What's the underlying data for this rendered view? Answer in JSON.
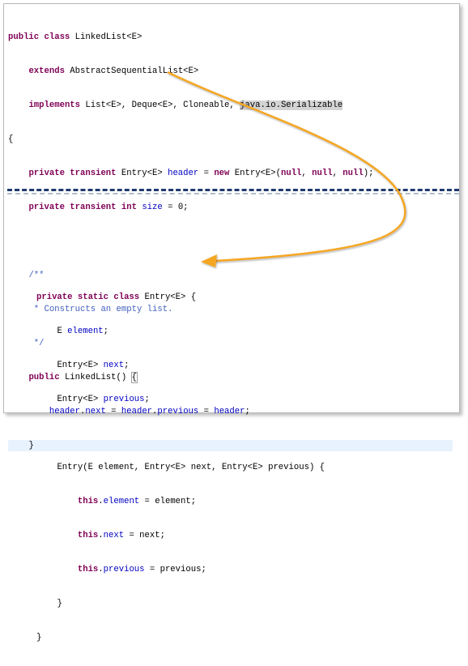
{
  "top": {
    "class_decl": {
      "kw": "public class",
      "rest": " LinkedList<E>"
    },
    "extends": {
      "kw": "extends",
      "rest": " AbstractSequentialList<E>"
    },
    "implements": {
      "kw": "implements",
      "rest": " List<E>, Deque<E>, Cloneable, ",
      "selected": "java.io.Serializable"
    },
    "open_brace": "{",
    "header_field": {
      "kw": "private transient",
      "type": " Entry<E> ",
      "name": "header",
      "eq": " = ",
      "kw2": "new",
      "rest": " Entry<E>(",
      "n1": "null",
      "c1": ", ",
      "n2": "null",
      "c2": ", ",
      "n3": "null",
      "end": ");"
    },
    "size_field": {
      "kw": "private transient int",
      "sp": " ",
      "name": "size",
      "rest": " = 0;"
    },
    "comment1": "/**",
    "comment2": " * Constructs an empty list.",
    "comment3": " */",
    "ctor": {
      "kw": "public",
      "rest": " LinkedList() ",
      "brace": "{"
    },
    "ctor_body": {
      "f1": "header",
      "d1": ".",
      "f2": "next",
      "eq1": " = ",
      "f3": "header",
      "d2": ".",
      "f4": "previous",
      "eq2": " = ",
      "f5": "header",
      "end": ";"
    },
    "close": "}"
  },
  "bottom": {
    "decl": {
      "kw": "private static class",
      "rest": " Entry<E> {"
    },
    "element": {
      "type": "E ",
      "name": "element",
      "end": ";"
    },
    "next": {
      "type": "Entry<E> ",
      "name": "next",
      "end": ";"
    },
    "previous": {
      "type": "Entry<E> ",
      "name": "previous",
      "end": ";"
    },
    "ctor": "Entry(E element, Entry<E> next, Entry<E> previous) {",
    "a1": {
      "kw": "this",
      "d": ".",
      "f": "element",
      "rest": " = element;"
    },
    "a2": {
      "kw": "this",
      "d": ".",
      "f": "next",
      "rest": " = next;"
    },
    "a3": {
      "kw": "this",
      "d": ".",
      "f": "previous",
      "rest": " = previous;"
    },
    "inner_close": "}",
    "outer_close": "}"
  },
  "colors": {
    "keyword": "#7f0055",
    "field": "#0000c0",
    "comment": "#3f5fbf",
    "arrow": "#f5a623",
    "divider": "#1f3a6e"
  }
}
